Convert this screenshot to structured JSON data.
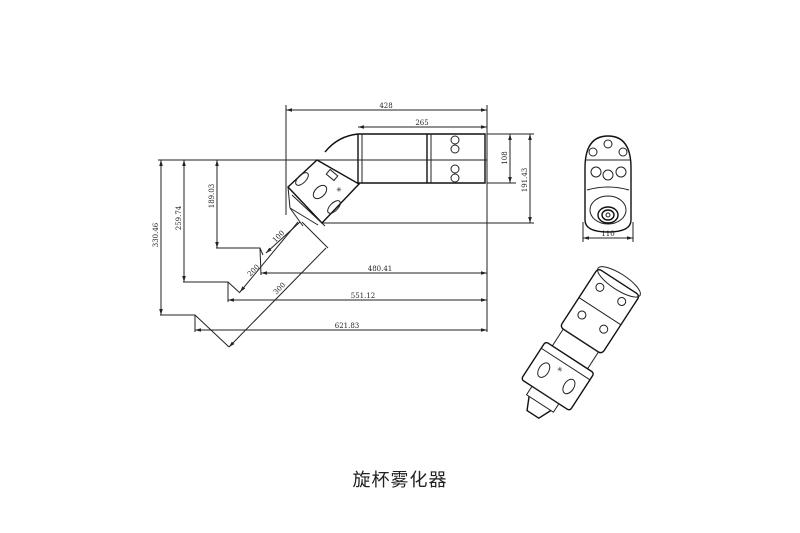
{
  "drawing": {
    "caption": "旋杯雾化器",
    "side_view_dimensions": {
      "overall_length": "428",
      "pipe_length": "265",
      "pipe_diameter": "108",
      "overall_height": "191.43",
      "offset_100_vertical": "189.03",
      "offset_200_vertical": "259.74",
      "offset_300_vertical": "330.46",
      "diag_100": "100",
      "diag_200": "200",
      "diag_300": "300",
      "offset_100_horizontal": "480.41",
      "offset_200_horizontal": "551.12",
      "offset_300_horizontal": "621.83"
    },
    "end_view_dimensions": {
      "width": "110"
    }
  }
}
